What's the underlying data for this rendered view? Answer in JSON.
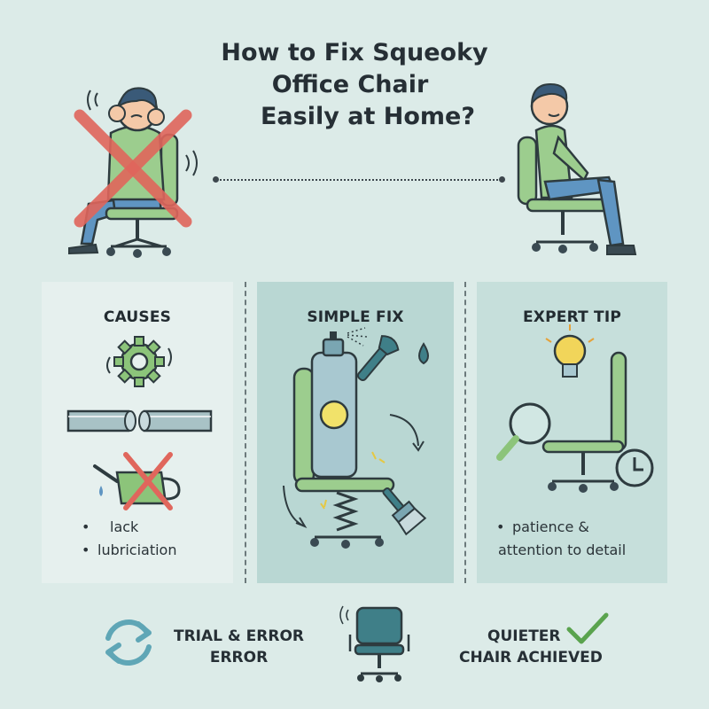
{
  "title": {
    "line1": "How to Fix Squeoky",
    "line2": "Office Chair",
    "line3": "Easily at Home?"
  },
  "panels": [
    {
      "heading": "CAUSES",
      "bullets": [
        "lack",
        "lubriciation"
      ],
      "icons": [
        "gear-squeak-icon",
        "broken-pipe-icon",
        "crossed-oil-can-icon"
      ]
    },
    {
      "heading": "SIMPLE FIX",
      "icons": [
        "spray-can-icon",
        "wrench-icon",
        "oil-drop-icon",
        "chair-spring-icon",
        "brush-icon",
        "cycle-arrow-icon"
      ]
    },
    {
      "heading": "EXPERT TIP",
      "bullets": [
        "patience &",
        "attention to detail"
      ],
      "icons": [
        "lightbulb-icon",
        "magnifier-icon",
        "chair-icon",
        "clock-icon"
      ]
    }
  ],
  "bottom": {
    "left_line1": "TRIAL & ERROR",
    "left_line2": "ERROR",
    "right_line1": "QUIETER",
    "right_line2": "CHAIR ACHIEVED"
  },
  "colors": {
    "background": "#dcebe8",
    "accent_green": "#8cc47a",
    "cross_red": "#e0665c",
    "teal": "#3f7f88",
    "shirt_green": "#9ccd8e",
    "pants_blue": "#5f95c2"
  }
}
